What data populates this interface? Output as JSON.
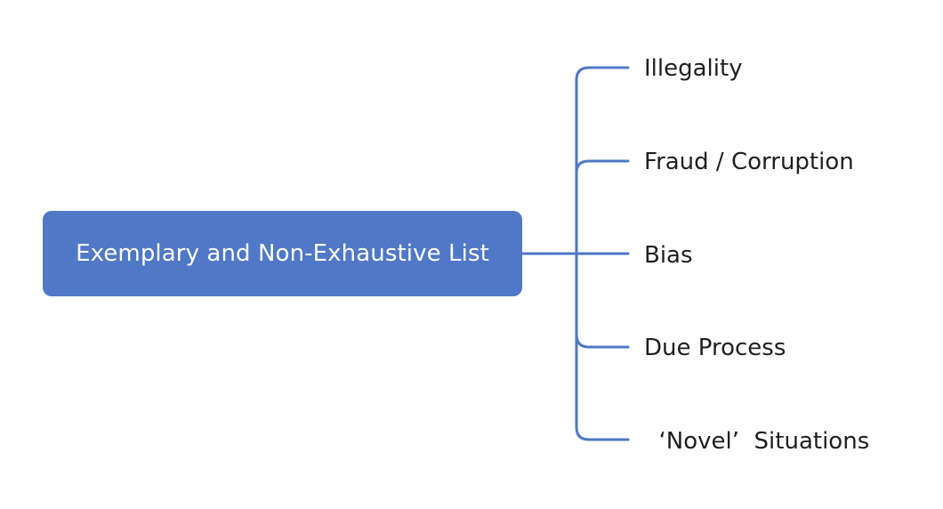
{
  "root": {
    "label": "Exemplary and Non-Exhaustive List"
  },
  "branches": [
    {
      "label": "Illegality"
    },
    {
      "label": "Fraud / Corruption"
    },
    {
      "label": "Bias"
    },
    {
      "label": "Due Process"
    },
    {
      "label": "  ‘Novel’  Situations"
    }
  ],
  "colors": {
    "node_fill": "#4f78c6",
    "connector": "#4f78c6",
    "node_text": "#ffffff",
    "branch_text": "#1f1f1f"
  }
}
